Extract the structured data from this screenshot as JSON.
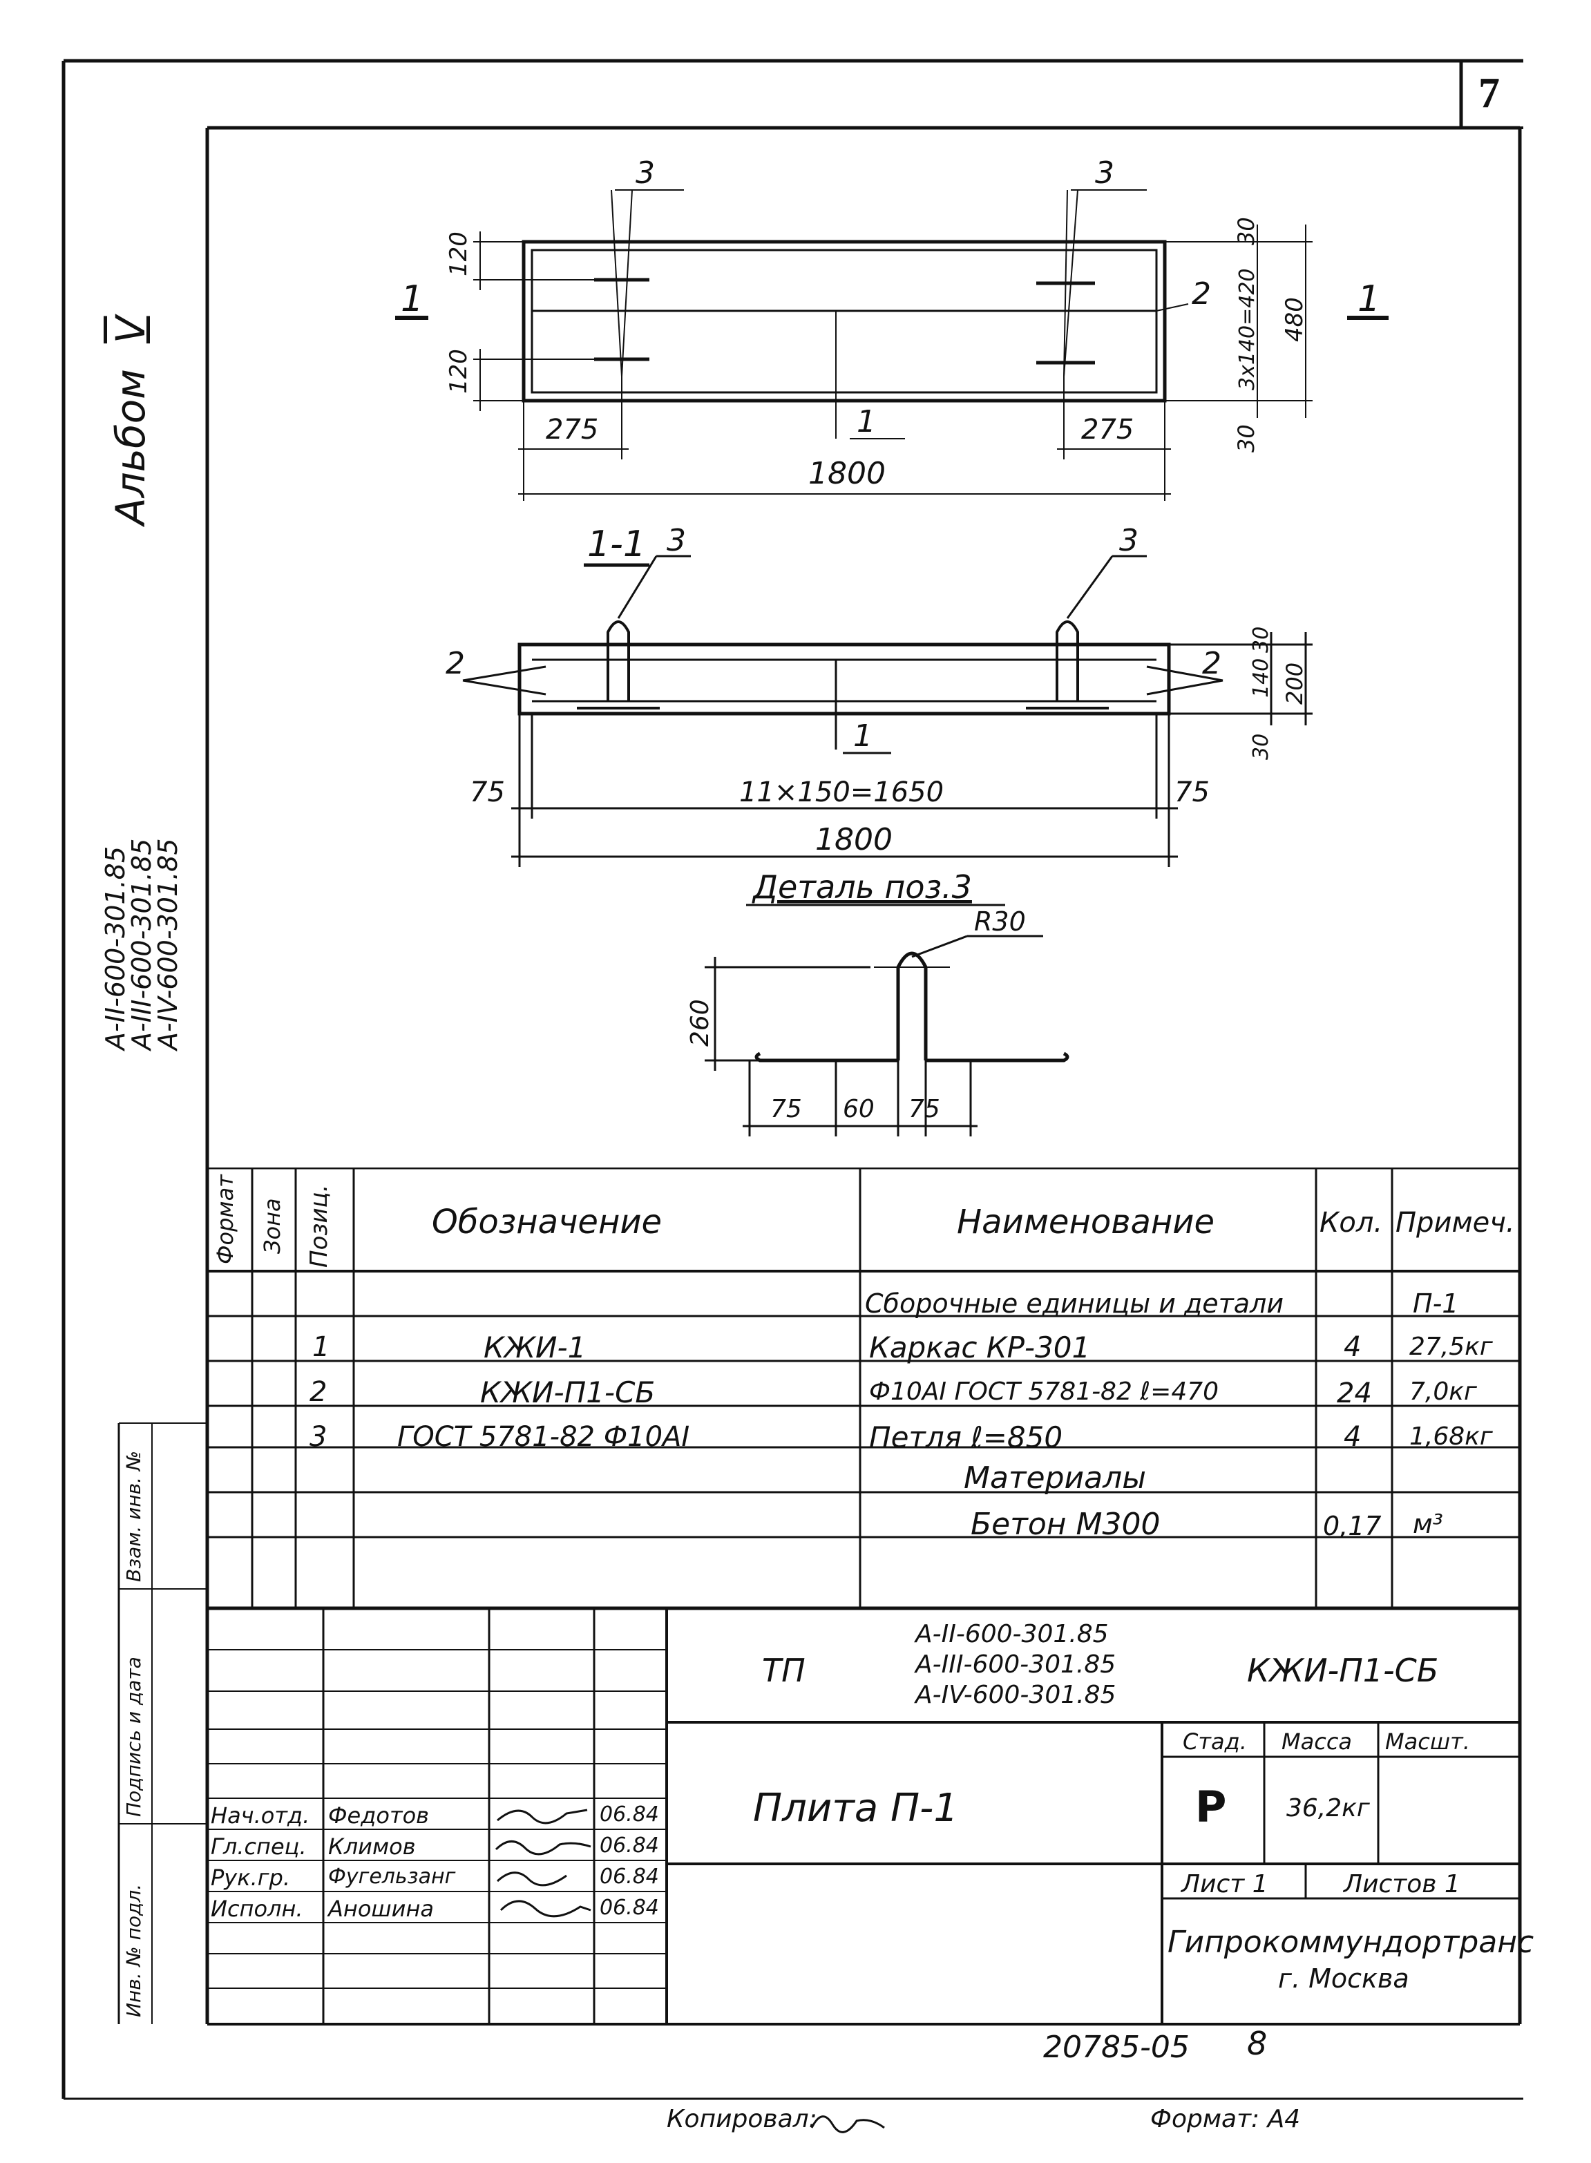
{
  "sheet": {
    "page_number": "7",
    "album_label": "Альбом",
    "album_number": "V",
    "series": [
      "А-II-600-301.85",
      "А-III-600-301.85",
      "А-IV-600-301.85"
    ]
  },
  "drawing": {
    "plan": {
      "pos3_left": "3",
      "pos3_right": "3",
      "pos1": "1",
      "pos2": "2",
      "section_mark_left": "1",
      "section_mark_right": "1",
      "dim_120_top": "120",
      "dim_120_bottom": "120",
      "dim_275_left": "275",
      "dim_275_right": "275",
      "dim_1800": "1800",
      "dim_30_top": "30",
      "dim_3x140": "3x140=420",
      "dim_30_bottom": "30",
      "dim_480": "480"
    },
    "section": {
      "title": "1-1",
      "pos3_left": "3",
      "pos3_right": "3",
      "pos2_left": "2",
      "pos2_right": "2",
      "pos1": "1",
      "dim_75_left": "75",
      "dim_11x150": "11×150=1650",
      "dim_75_right": "75",
      "dim_1800": "1800",
      "dim_30_top": "30",
      "dim_140": "140",
      "dim_30_bottom": "30",
      "dim_200": "200"
    },
    "detail": {
      "title": "Деталь поз.3",
      "radius": "R30",
      "dim_260": "260",
      "dim_75_left": "75",
      "dim_60": "60",
      "dim_75_right": "75"
    }
  },
  "spec_table": {
    "headers": {
      "format": "Формат",
      "zone": "Зона",
      "position": "Позиц.",
      "designation": "Обозначение",
      "name": "Наименование",
      "qty": "Кол.",
      "note": "Примеч."
    },
    "rows": [
      {
        "pos": "",
        "designation": "",
        "name": "Сборочные единицы и детали",
        "qty": "",
        "note": "П-1"
      },
      {
        "pos": "1",
        "designation": "КЖИ-1",
        "name": "Каркас КР-301",
        "qty": "4",
        "note": "27,5кг"
      },
      {
        "pos": "2",
        "designation": "КЖИ-П1-СБ",
        "name": "Ф10АI ГОСТ 5781-82 ℓ=470",
        "qty": "24",
        "note": "7,0кг"
      },
      {
        "pos": "3",
        "designation": "ГОСТ 5781-82 Ф10АI",
        "name": "Петля ℓ=850",
        "qty": "4",
        "note": "1,68кг"
      },
      {
        "pos": "",
        "designation": "",
        "name": "Материалы",
        "qty": "",
        "note": ""
      },
      {
        "pos": "",
        "designation": "",
        "name": "Бетон М300",
        "qty": "0,17",
        "note": "м³"
      }
    ]
  },
  "title_block": {
    "tp": "ТП",
    "series": [
      "А-II-600-301.85",
      "А-III-600-301.85",
      "А-IV-600-301.85"
    ],
    "doc_code": "КЖИ-П1-СБ",
    "product_name": "Плита П-1",
    "stage_label": "Стад.",
    "mass_label": "Масса",
    "scale_label": "Масшт.",
    "stage": "Р",
    "mass": "36,2кг",
    "sheet_label": "Лист 1",
    "sheets_label": "Листов 1",
    "org_line1": "Гипрокоммундортранс",
    "org_line2": "г. Москва",
    "signatures": [
      {
        "role": "Нач.отд.",
        "name": "Федотов",
        "date": "06.84"
      },
      {
        "role": "Гл.спец.",
        "name": "Климов",
        "date": "06.84"
      },
      {
        "role": "Рук.гр.",
        "name": "Фугельзанг",
        "date": "06.84"
      },
      {
        "role": "Исполн.",
        "name": "Аношина",
        "date": "06.84"
      }
    ]
  },
  "side_stamps": {
    "vzam": "Взам. инв. №",
    "podpis": "Подпись и дата",
    "inv": "Инв. № подл."
  },
  "footer": {
    "doc_number": "20785-05",
    "page": "8",
    "copied_label": "Копировал:",
    "format_label": "Формат: А4"
  }
}
